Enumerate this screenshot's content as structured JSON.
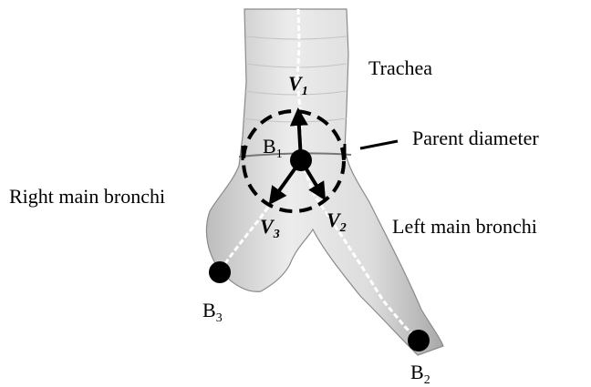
{
  "labels": {
    "trachea": "Trachea",
    "parent_diameter": "Parent diameter",
    "right_bronchi": "Right main bronchi",
    "left_bronchi": "Left main bronchi"
  },
  "points": {
    "b1": {
      "letter": "B",
      "sub": "1"
    },
    "b2": {
      "letter": "B",
      "sub": "2"
    },
    "b3": {
      "letter": "B",
      "sub": "3"
    }
  },
  "vectors": {
    "v1": {
      "letter": "V",
      "sub": "1"
    },
    "v2": {
      "letter": "V",
      "sub": "2"
    },
    "v3": {
      "letter": "V",
      "sub": "3"
    }
  },
  "colors": {
    "airway_fill": "#e0e0e0",
    "airway_edge": "#8a8a8a",
    "centerline": "#ffffff",
    "ink": "#000000"
  }
}
